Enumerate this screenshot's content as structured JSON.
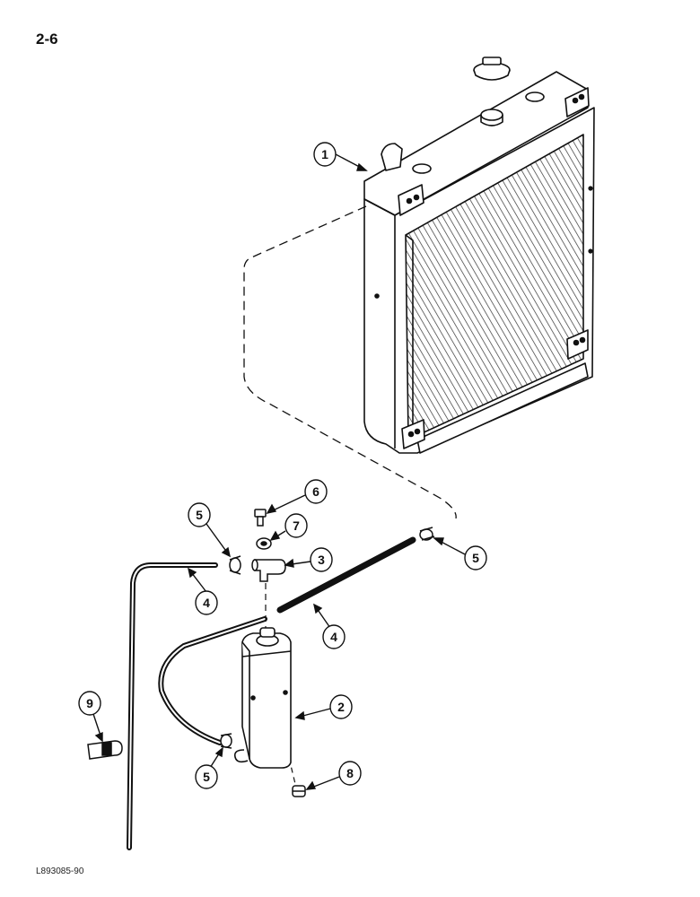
{
  "page": {
    "number": "2-6",
    "figure_code": "L893085-90"
  },
  "callouts": [
    {
      "id": "c1",
      "label": "1"
    },
    {
      "id": "c2",
      "label": "2"
    },
    {
      "id": "c3",
      "label": "3"
    },
    {
      "id": "c4a",
      "label": "4"
    },
    {
      "id": "c4b",
      "label": "4"
    },
    {
      "id": "c5a",
      "label": "5"
    },
    {
      "id": "c5b",
      "label": "5"
    },
    {
      "id": "c5c",
      "label": "5"
    },
    {
      "id": "c6",
      "label": "6"
    },
    {
      "id": "c7",
      "label": "7"
    },
    {
      "id": "c8",
      "label": "8"
    },
    {
      "id": "c9",
      "label": "9"
    }
  ]
}
